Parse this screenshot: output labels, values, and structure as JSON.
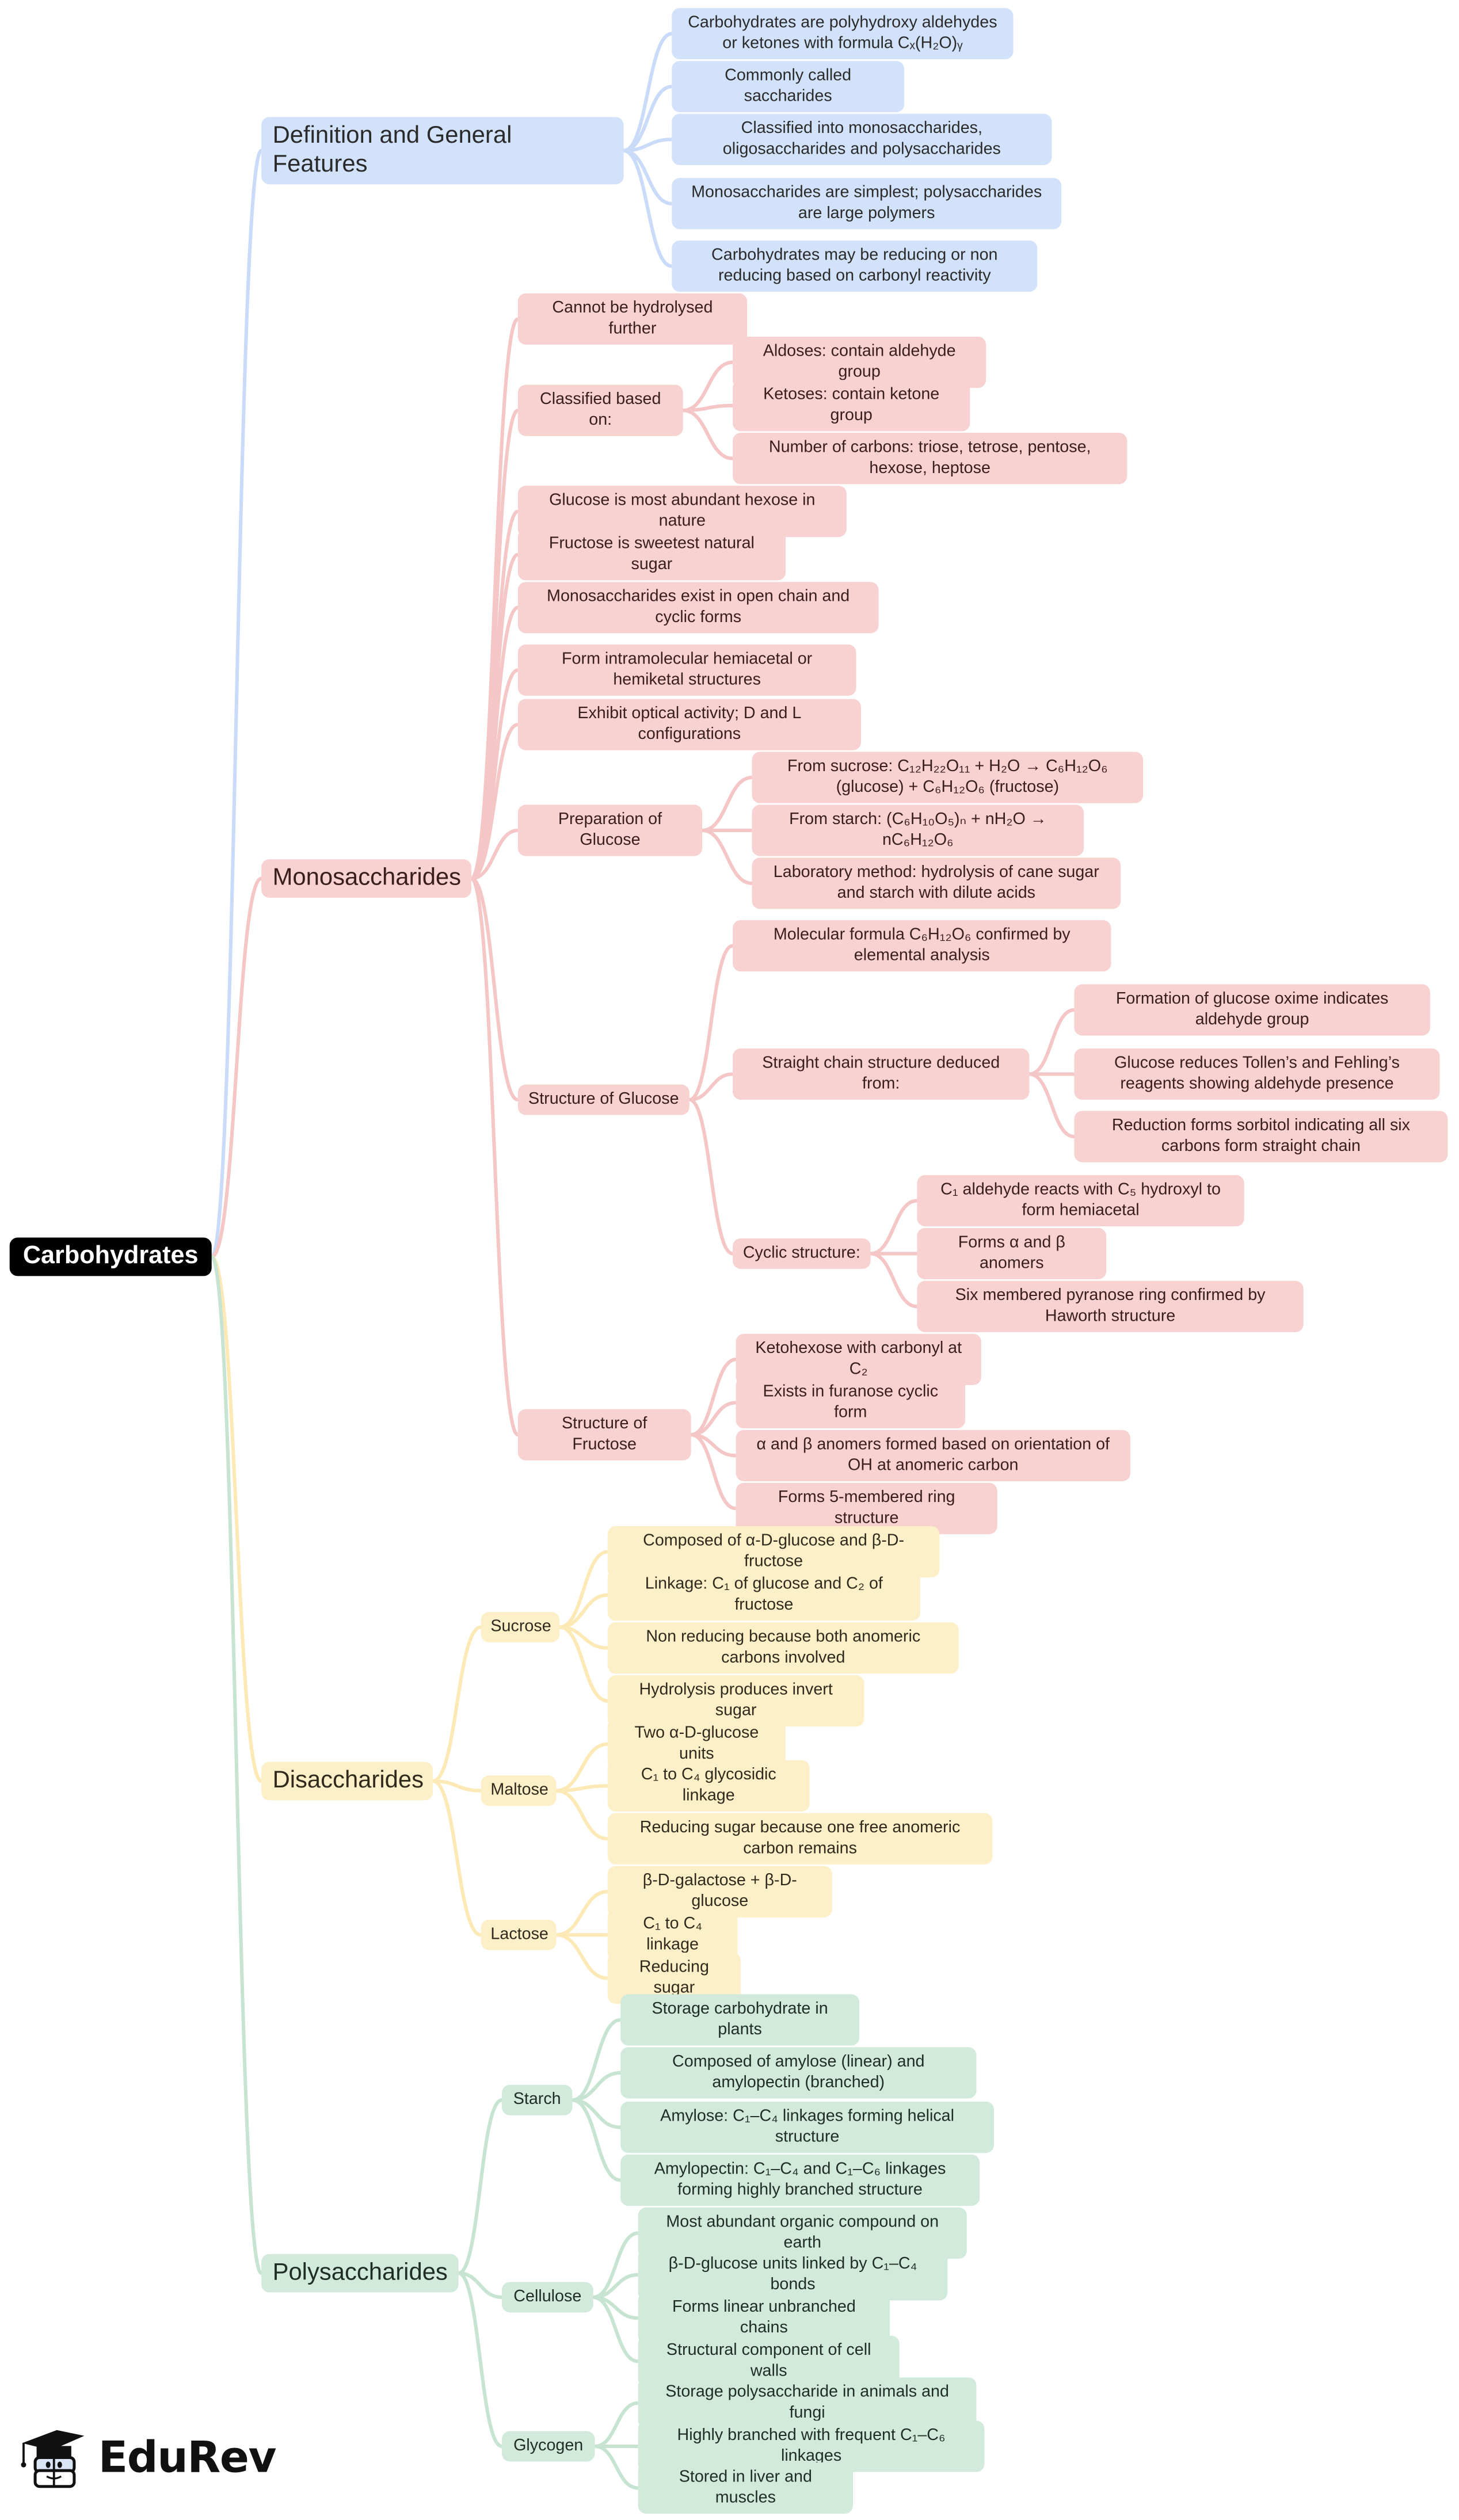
{
  "root": "Carbohydrates",
  "colors": {
    "definition": "#d3e2fb",
    "monosaccharides": "#f8d1d1",
    "disaccharides": "#fdefc7",
    "polysaccharides": "#d1eadb",
    "root": "#000000"
  },
  "branches": [
    {
      "label": "Definition and General Features",
      "items": [
        {
          "label": "Carbohydrates are polyhydroxy aldehydes or ketones with formula Cₓ(H₂O)ᵧ"
        },
        {
          "label": "Commonly called saccharides"
        },
        {
          "label": "Classified into monosaccharides, oligosaccharides and polysaccharides"
        },
        {
          "label": "Monosaccharides are simplest; polysaccharides are large polymers"
        },
        {
          "label": "Carbohydrates may be reducing or non reducing based on carbonyl reactivity"
        }
      ]
    },
    {
      "label": "Monosaccharides",
      "items": [
        {
          "label": "Cannot be hydrolysed further"
        },
        {
          "label": "Classified based on:",
          "children": [
            {
              "label": "Aldoses: contain aldehyde group"
            },
            {
              "label": "Ketoses: contain ketone group"
            },
            {
              "label": "Number of carbons: triose, tetrose, pentose, hexose, heptose"
            }
          ]
        },
        {
          "label": "Glucose is most abundant hexose in nature"
        },
        {
          "label": "Fructose is sweetest natural sugar"
        },
        {
          "label": "Monosaccharides exist in open chain and cyclic forms"
        },
        {
          "label": "Form intramolecular hemiacetal or hemiketal structures"
        },
        {
          "label": "Exhibit optical activity; D and L configurations"
        },
        {
          "label": "Preparation of Glucose",
          "children": [
            {
              "label": "From sucrose: C₁₂H₂₂O₁₁ + H₂O → C₆H₁₂O₆ (glucose) + C₆H₁₂O₆ (fructose)"
            },
            {
              "label": "From starch: (C₆H₁₀O₅)ₙ + nH₂O → nC₆H₁₂O₆"
            },
            {
              "label": "Laboratory method: hydrolysis of cane sugar and starch with dilute acids"
            }
          ]
        },
        {
          "label": "Structure of Glucose",
          "children": [
            {
              "label": "Molecular formula C₆H₁₂O₆ confirmed by elemental analysis"
            },
            {
              "label": "Straight chain structure deduced from:",
              "children": [
                {
                  "label": "Formation of glucose oxime indicates aldehyde group"
                },
                {
                  "label": "Glucose reduces Tollen’s and Fehling’s reagents showing aldehyde presence"
                },
                {
                  "label": "Reduction forms sorbitol indicating all six carbons form straight chain"
                }
              ]
            },
            {
              "label": "Cyclic structure:",
              "children": [
                {
                  "label": "C₁ aldehyde reacts with C₅ hydroxyl to form hemiacetal"
                },
                {
                  "label": "Forms α and β anomers"
                },
                {
                  "label": "Six membered pyranose ring confirmed by Haworth structure"
                }
              ]
            }
          ]
        },
        {
          "label": "Structure of Fructose",
          "children": [
            {
              "label": "Ketohexose with carbonyl at C₂"
            },
            {
              "label": "Exists in furanose cyclic form"
            },
            {
              "label": "α and β anomers formed based on orientation of OH at anomeric carbon"
            },
            {
              "label": "Forms 5-membered ring structure"
            }
          ]
        }
      ]
    },
    {
      "label": "Disaccharides",
      "items": [
        {
          "label": "Sucrose",
          "children": [
            {
              "label": "Composed of α-D-glucose and β-D-fructose"
            },
            {
              "label": "Linkage: C₁ of glucose and C₂ of fructose"
            },
            {
              "label": "Non reducing because both anomeric carbons involved"
            },
            {
              "label": "Hydrolysis produces invert sugar"
            }
          ]
        },
        {
          "label": "Maltose",
          "children": [
            {
              "label": "Two α-D-glucose units"
            },
            {
              "label": "C₁ to C₄ glycosidic linkage"
            },
            {
              "label": "Reducing sugar because one free anomeric carbon remains"
            }
          ]
        },
        {
          "label": "Lactose",
          "children": [
            {
              "label": "β-D-galactose + β-D-glucose"
            },
            {
              "label": "C₁ to C₄ linkage"
            },
            {
              "label": "Reducing sugar"
            }
          ]
        }
      ]
    },
    {
      "label": "Polysaccharides",
      "items": [
        {
          "label": "Starch",
          "children": [
            {
              "label": "Storage carbohydrate in plants"
            },
            {
              "label": "Composed of amylose (linear) and amylopectin (branched)"
            },
            {
              "label": "Amylose: C₁–C₄ linkages forming helical structure"
            },
            {
              "label": "Amylopectin: C₁–C₄ and C₁–C₆ linkages forming highly branched structure"
            }
          ]
        },
        {
          "label": "Cellulose",
          "children": [
            {
              "label": "Most abundant organic compound on earth"
            },
            {
              "label": "β-D-glucose units linked by C₁–C₄ bonds"
            },
            {
              "label": "Forms linear unbranched chains"
            },
            {
              "label": "Structural component of cell walls"
            }
          ]
        },
        {
          "label": "Glycogen",
          "children": [
            {
              "label": "Storage polysaccharide in animals and fungi"
            },
            {
              "label": "Highly branched with frequent C₁–C₆ linkages"
            },
            {
              "label": "Stored in liver and muscles"
            }
          ]
        }
      ]
    }
  ],
  "logo": {
    "text": "EduRev",
    "icon": "graduation-cap-book-mascot-icon"
  }
}
